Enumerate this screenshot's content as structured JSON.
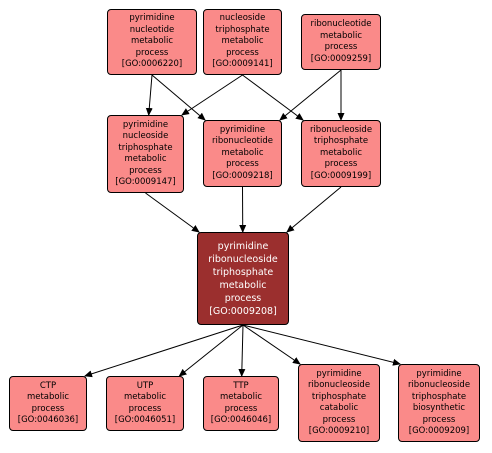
{
  "nodes": {
    "n_6220": "pyrimidine\nnucleotide\nmetabolic\nprocess\n[GO:0006220]",
    "n_9141": "nucleoside\ntriphosphate\nmetabolic\nprocess\n[GO:0009141]",
    "n_9259": "ribonucleotide\nmetabolic\nprocess\n[GO:0009259]",
    "n_9147": "pyrimidine\nnucleoside\ntriphosphate\nmetabolic\nprocess\n[GO:0009147]",
    "n_9218": "pyrimidine\nribonucleotide\nmetabolic\nprocess\n[GO:0009218]",
    "n_9199": "ribonucleoside\ntriphosphate\nmetabolic\nprocess\n[GO:0009199]",
    "n_9208": "pyrimidine\nribonucleoside\ntriphosphate\nmetabolic\nprocess\n[GO:0009208]",
    "n_46036": "CTP\nmetabolic\nprocess\n[GO:0046036]",
    "n_46051": "UTP\nmetabolic\nprocess\n[GO:0046051]",
    "n_46046": "TTP\nmetabolic\nprocess\n[GO:0046046]",
    "n_9210": "pyrimidine\nribonucleoside\ntriphosphate\ncatabolic\nprocess\n[GO:0009210]",
    "n_9209": "pyrimidine\nribonucleoside\ntriphosphate\nbiosynthetic\nprocess\n[GO:0009209]"
  },
  "edges": [
    [
      "n_6220",
      "n_9147"
    ],
    [
      "n_6220",
      "n_9218"
    ],
    [
      "n_9141",
      "n_9147"
    ],
    [
      "n_9141",
      "n_9199"
    ],
    [
      "n_9259",
      "n_9218"
    ],
    [
      "n_9259",
      "n_9199"
    ],
    [
      "n_9147",
      "n_9208"
    ],
    [
      "n_9218",
      "n_9208"
    ],
    [
      "n_9199",
      "n_9208"
    ],
    [
      "n_9208",
      "n_46036"
    ],
    [
      "n_9208",
      "n_46051"
    ],
    [
      "n_9208",
      "n_46046"
    ],
    [
      "n_9208",
      "n_9210"
    ],
    [
      "n_9208",
      "n_9209"
    ]
  ],
  "colors": {
    "term_fill": "#fa8a89",
    "focus_fill": "#9b2f2e",
    "focus_text": "#ffffff",
    "edge": "#000000"
  }
}
